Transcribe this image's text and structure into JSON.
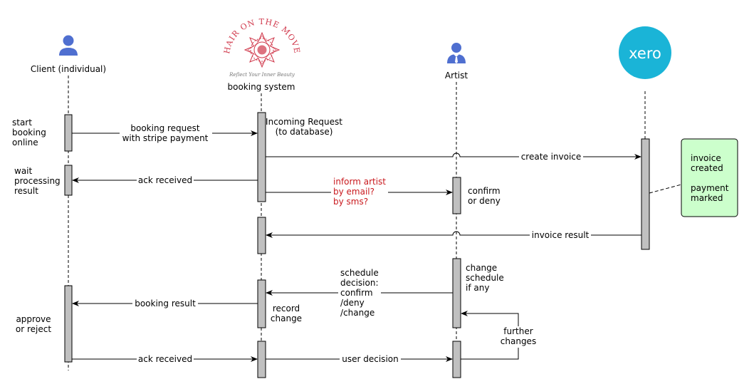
{
  "diagram": {
    "type": "sequence",
    "participants": [
      {
        "id": "client",
        "label": "Client (individual)",
        "icon": "person-icon"
      },
      {
        "id": "booking",
        "label": "booking system",
        "icon": "hair-on-the-move-logo",
        "logo_text": "HAIR ON THE MOVE",
        "logo_tagline": "Reflect Your Inner Beauty"
      },
      {
        "id": "artist",
        "label": "Artist",
        "icon": "businessman-icon"
      },
      {
        "id": "xero",
        "label": "",
        "icon": "xero-logo",
        "logo_text": "xero"
      }
    ],
    "side_notes": {
      "start_booking": [
        "start",
        "booking",
        "online"
      ],
      "wait_processing": [
        "wait",
        "processing",
        "result"
      ],
      "approve_reject": [
        "approve",
        "or reject"
      ],
      "incoming_request": [
        "Incoming Request",
        "(to database)"
      ],
      "confirm_deny": [
        "confirm",
        "or deny"
      ],
      "change_schedule": [
        "change",
        "schedule",
        "if any"
      ],
      "record_change": [
        "record",
        "change"
      ],
      "further_changes": [
        "further",
        "changes"
      ]
    },
    "messages": [
      {
        "id": "m1",
        "from": "client",
        "to": "booking",
        "label": [
          "booking request",
          "with stripe payment"
        ]
      },
      {
        "id": "m2",
        "from": "booking",
        "to": "xero",
        "label": [
          "create invoice"
        ]
      },
      {
        "id": "m3",
        "from": "booking",
        "to": "client",
        "label": [
          "ack received"
        ]
      },
      {
        "id": "m4",
        "from": "booking",
        "to": "artist",
        "label": [
          "inform artist",
          "by email?",
          "by sms?"
        ],
        "color": "#c9191e"
      },
      {
        "id": "m5",
        "from": "xero",
        "to": "booking",
        "label": [
          "invoice result"
        ]
      },
      {
        "id": "m6",
        "from": "artist",
        "to": "booking",
        "label": [
          "schedule",
          "decision:",
          "confirm",
          "/deny",
          "/change"
        ]
      },
      {
        "id": "m7",
        "from": "booking",
        "to": "client",
        "label": [
          "booking result"
        ]
      },
      {
        "id": "m8",
        "from": "client",
        "to": "booking",
        "label": [
          "ack received"
        ]
      },
      {
        "id": "m9",
        "from": "booking",
        "to": "artist",
        "label": [
          "user decision"
        ]
      },
      {
        "id": "m10",
        "from": "artist",
        "to": "artist",
        "label": [
          "further",
          "changes"
        ]
      }
    ],
    "note": {
      "lines": [
        "invoice",
        "created",
        "",
        "payment",
        "marked"
      ],
      "color": "#ccffcc"
    },
    "colors": {
      "activation_fill": "#c0c0c0",
      "person_icon": "#4f6fd0",
      "xero_brand": "#1ab4d7",
      "logo_red": "#d0384b",
      "warning_text": "#c9191e"
    }
  }
}
